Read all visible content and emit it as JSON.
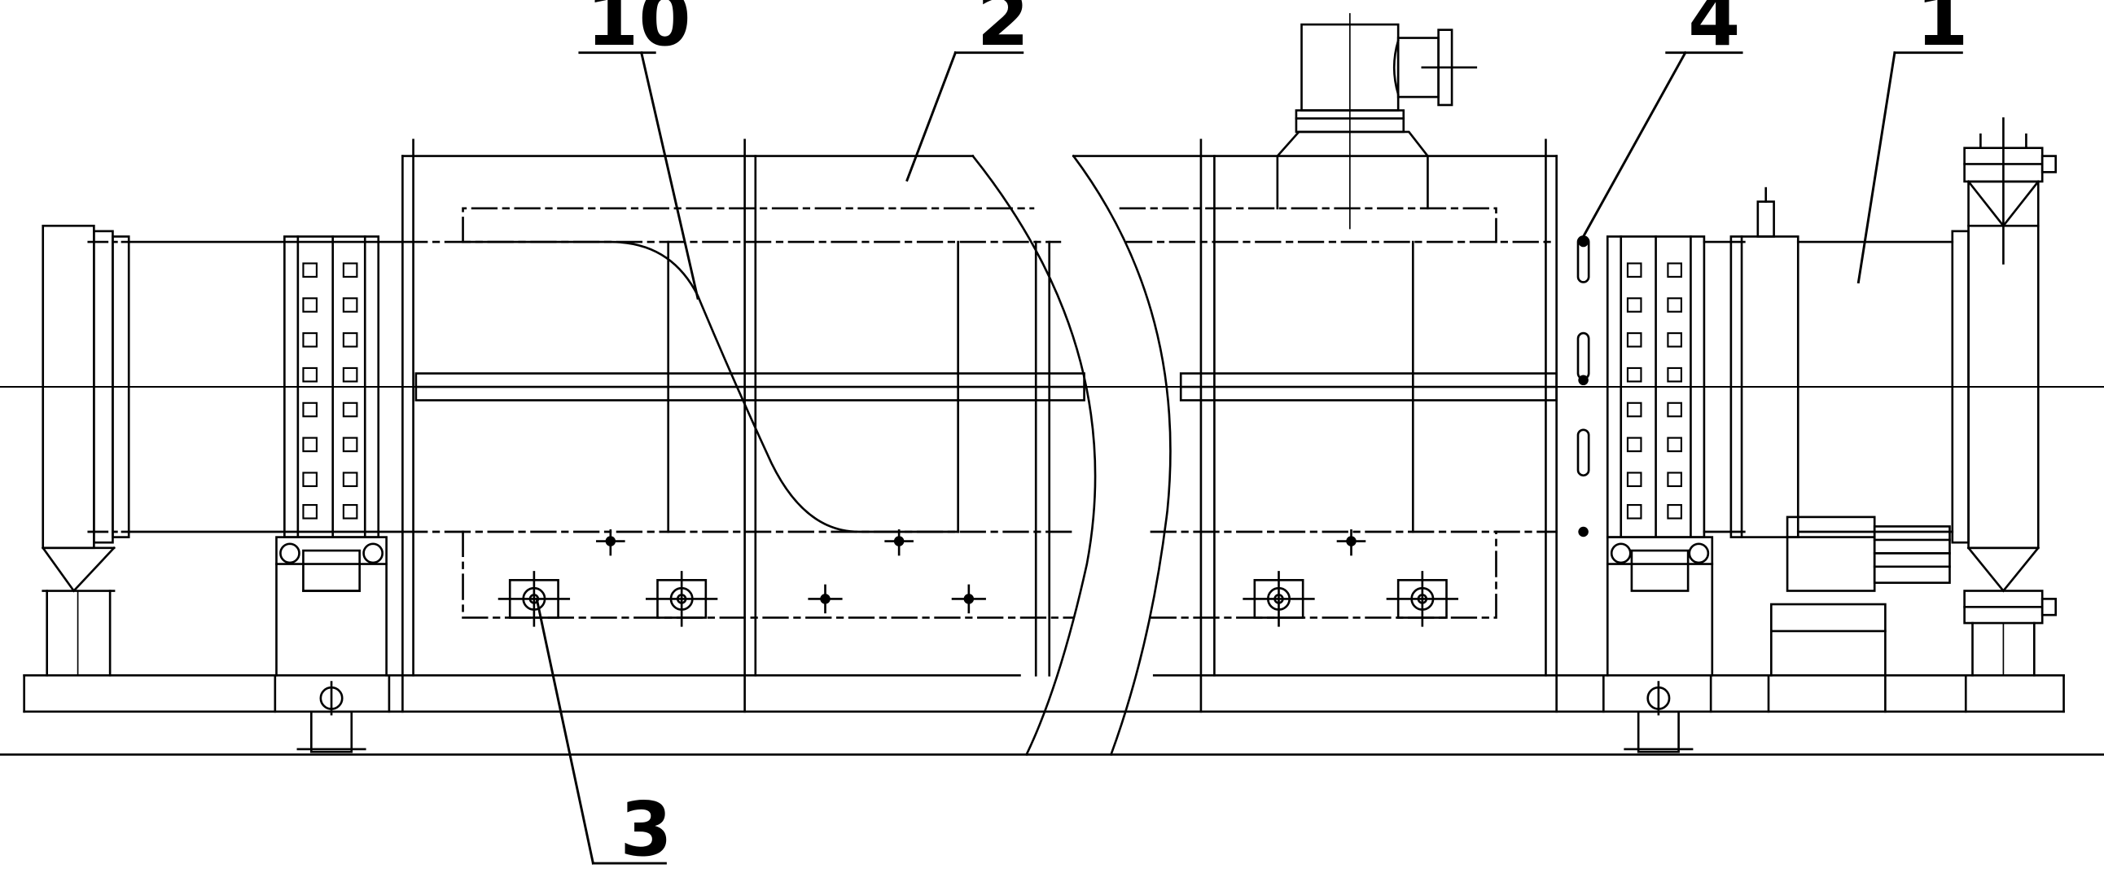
{
  "figure": {
    "labels": [
      {
        "id": "ref-10",
        "text": "10"
      },
      {
        "id": "ref-2",
        "text": "2"
      },
      {
        "id": "ref-4",
        "text": "4"
      },
      {
        "id": "ref-1",
        "text": "1"
      },
      {
        "id": "ref-3",
        "text": "3"
      }
    ],
    "line_color": "#000000",
    "background": "#ffffff"
  }
}
